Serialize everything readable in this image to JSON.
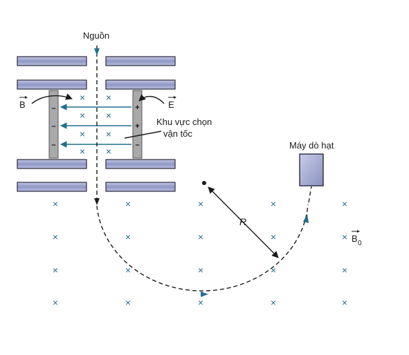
{
  "labels": {
    "source": "Nguồn",
    "b_field": "B",
    "e_field": "E",
    "selector_line1": "Khu vực chọn",
    "selector_line2": "vận tốc",
    "detector": "Máy dò hạt",
    "radius": "R",
    "b0_main": "B",
    "b0_sub": "0"
  },
  "signs": {
    "plus": "+",
    "minus": "–",
    "cross": "×"
  },
  "colors": {
    "field_lines": "#1f6f8b",
    "plates": "#9aa2c8",
    "plate_stroke": "#2a2a3a",
    "capacitor_plate": "#a9a9a9",
    "path": "#1a1a1a"
  }
}
